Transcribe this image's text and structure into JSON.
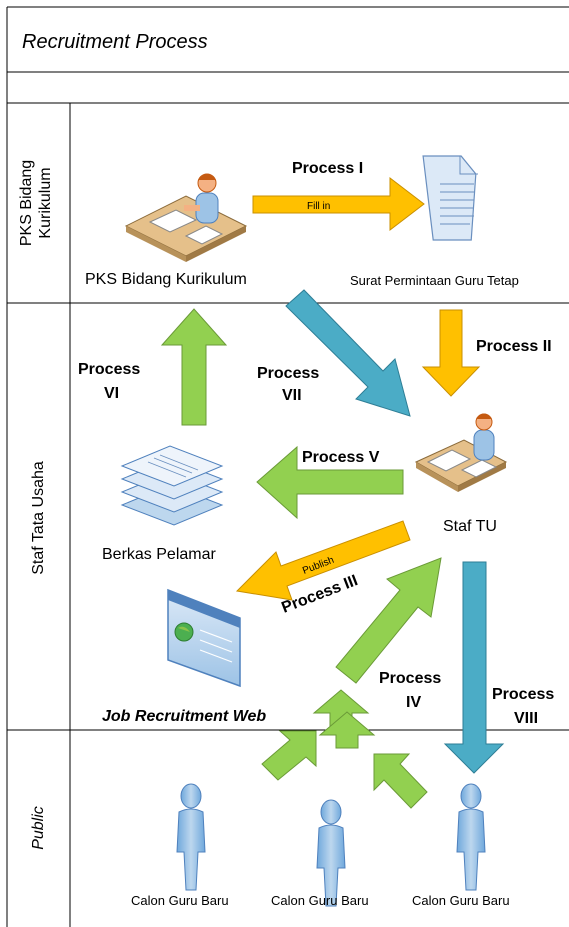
{
  "title": "Recruitment Process",
  "lanes": {
    "pks": "PKS Bidang Kurikulum",
    "staf": "Staf Tata Usaha",
    "public": "Public"
  },
  "nodes": {
    "pks_person": "PKS Bidang Kurikulum",
    "surat": "Surat Permintaan Guru Tetap",
    "staf_tu": "Staf TU",
    "berkas": "Berkas Pelamar",
    "web": "Job Recruitment Web",
    "calon_1": "Calon Guru Baru",
    "calon_2": "Calon Guru Baru",
    "calon_3": "Calon Guru Baru"
  },
  "processes": {
    "p1": "Process I",
    "p1_note": "Fill in",
    "p2": "Process II",
    "p3": "Process III",
    "p3_note": "Publish",
    "p4_line1": "Process",
    "p4_line2": "IV",
    "p5": "Process V",
    "p6_line1": "Process",
    "p6_line2": "VI",
    "p7_line1": "Process",
    "p7_line2": "VII",
    "p8_line1": "Process",
    "p8_line2": "VIII"
  },
  "colors": {
    "orange": "#FFC000",
    "green": "#92D050",
    "blue": "#4BACC6",
    "person_body": "#9DC3E6",
    "skin": "#F4B183"
  }
}
